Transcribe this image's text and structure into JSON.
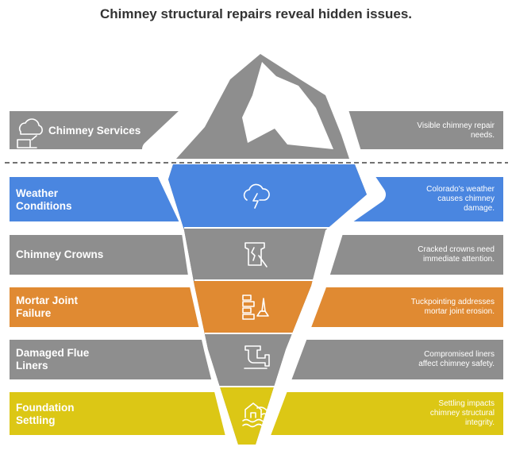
{
  "title": "Chimney structural repairs reveal hidden issues.",
  "colors": {
    "gray": "#8e8e8e",
    "blue": "#4a86e0",
    "orange": "#e08a32",
    "yellow": "#dcc715",
    "white": "#ffffff"
  },
  "layers": [
    {
      "label": "Chimney Services",
      "description": "Visible chimney repair needs.",
      "color": "gray",
      "icon": "cloud-house-icon"
    },
    {
      "label": "Weather Conditions",
      "description": "Colorado's weather causes chimney damage.",
      "color": "blue",
      "icon": "storm-cloud-icon"
    },
    {
      "label": "Chimney Crowns",
      "description": "Cracked crowns need immediate attention.",
      "color": "gray",
      "icon": "cracked-crown-icon"
    },
    {
      "label": "Mortar Joint Failure",
      "description": "Tuckpointing addresses mortar joint erosion.",
      "color": "orange",
      "icon": "bricks-trowel-icon"
    },
    {
      "label": "Damaged Flue Liners",
      "description": "Compromised liners affect chimney safety.",
      "color": "gray",
      "icon": "pipe-icon"
    },
    {
      "label": "Foundation Settling",
      "description": "Settling impacts chimney structural integrity.",
      "color": "yellow",
      "icon": "wave-foundation-icon"
    }
  ]
}
